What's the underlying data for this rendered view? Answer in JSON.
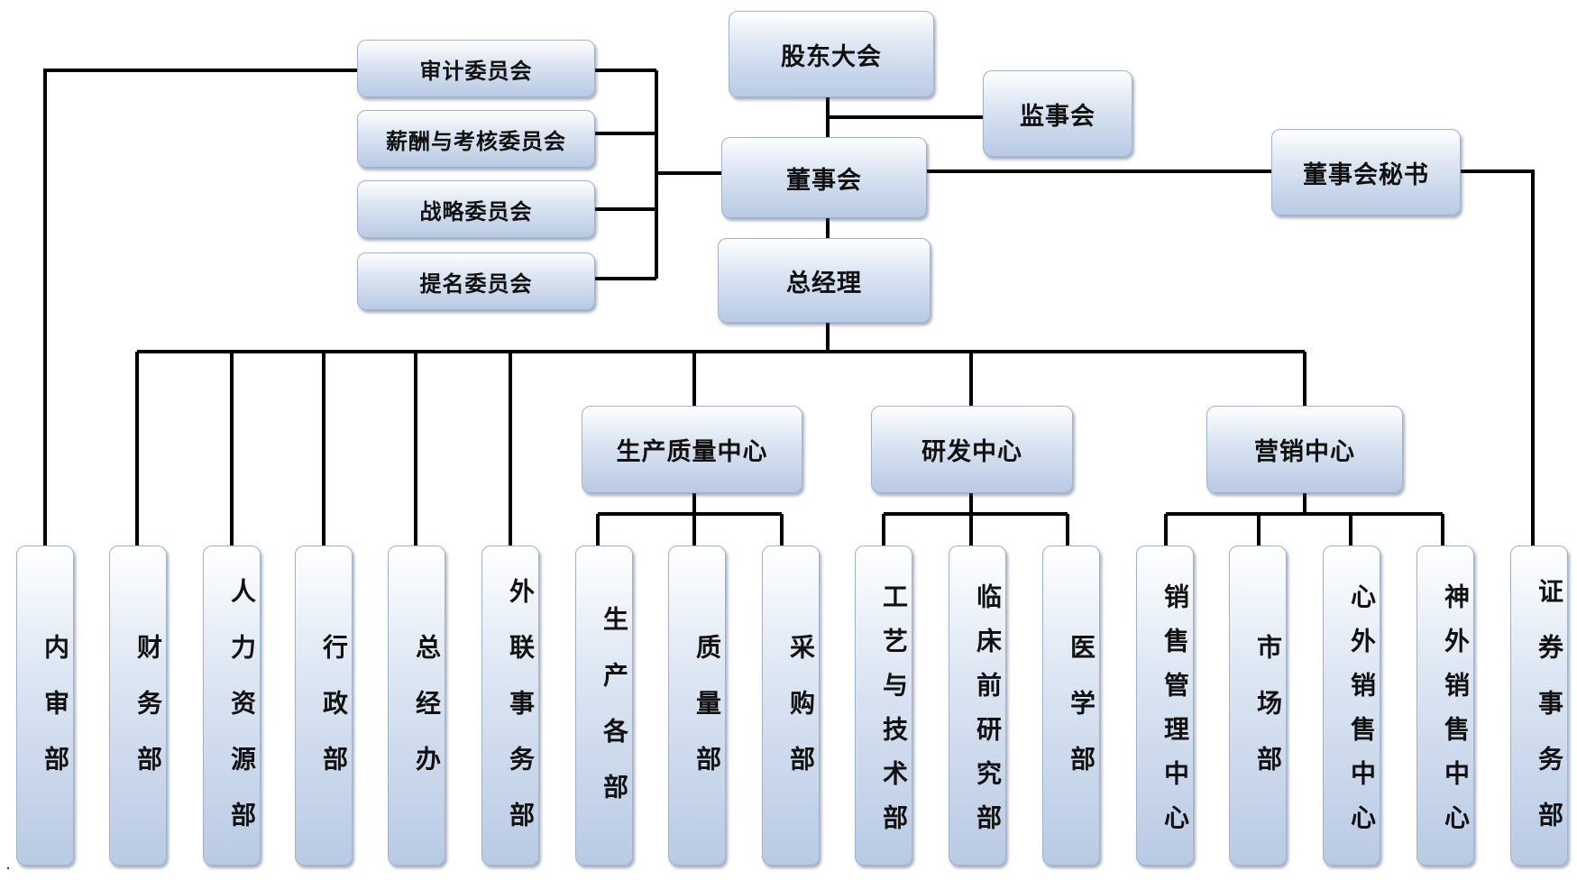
{
  "top": {
    "shareholders": "股东大会",
    "supervisors": "监事会",
    "board": "董事会",
    "board_secretary": "董事会秘书",
    "general_manager": "总经理"
  },
  "committees": [
    "审计委员会",
    "薪酬与考核委员会",
    "战略委员会",
    "提名委员会"
  ],
  "centers": {
    "production_quality": "生产质量中心",
    "rnd": "研发中心",
    "marketing": "营销中心"
  },
  "departments": [
    "内审部",
    "财务部",
    "人力资源部",
    "行政部",
    "总经办",
    "外联事务部",
    "生产各部",
    "质量部",
    "采购部",
    "工艺与技术部",
    "临床前研究部",
    "医学部",
    "销售管理中心",
    "市场部",
    "心外销售中心",
    "神外销售中心",
    "证券事务部"
  ]
}
